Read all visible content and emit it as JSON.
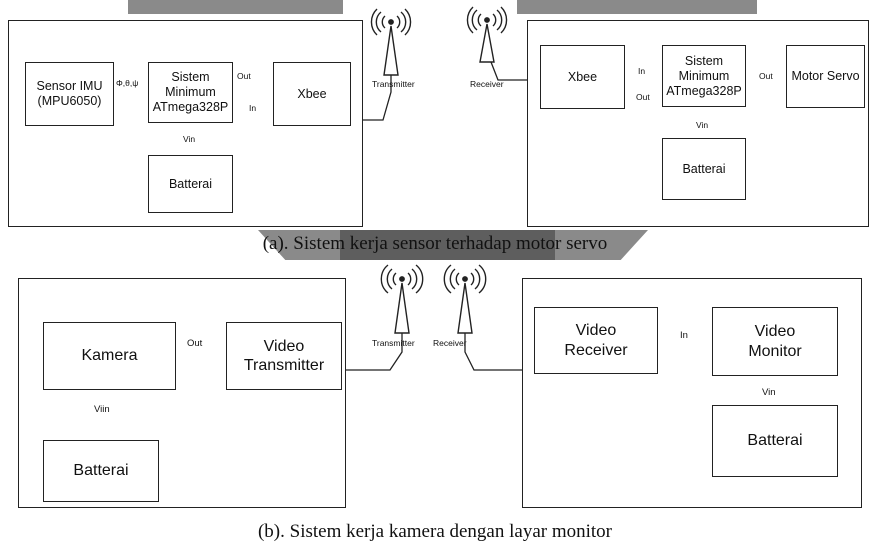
{
  "colors": {
    "line": "#222222",
    "band": "#8a8a8a",
    "band_dark": "#5e5e5e"
  },
  "diagram_a": {
    "caption": "(a).  Sistem kerja sensor terhadap motor servo",
    "sensor": "Sensor IMU\n(MPU6050)",
    "angle_label": "Φ,θ,ψ",
    "min_sys_tx": "Sistem\nMinimum\nATmega328P",
    "xbee_tx": "Xbee",
    "out_label": "Out",
    "in_label": "In",
    "vin_label": "Vin",
    "battery_tx": "Batterai",
    "transmitter": "Transmitter",
    "receiver": "Receiver",
    "xbee_rx": "Xbee",
    "min_sys_rx": "Sistem\nMinimum\nATmega328P",
    "motor": "Motor Servo",
    "battery_rx": "Batterai",
    "antenna_tx": "antenna-icon",
    "antenna_rx": "antenna-icon"
  },
  "diagram_b": {
    "caption": "(b). Sistem kerja kamera dengan layar monitor",
    "camera": "Kamera",
    "video_tx": "Video\nTransmitter",
    "out_label": "Out",
    "vin_label_cam": "Viin",
    "battery_cam": "Batterai",
    "transmitter": "Transmitter",
    "receiver": "Receiver",
    "video_rx": "Video\nReceiver",
    "in_label": "In",
    "video_monitor": "Video\nMonitor",
    "vin_label_mon": "Vin",
    "battery_mon": "Batterai",
    "antenna_tx": "antenna-icon",
    "antenna_rx": "antenna-icon"
  }
}
